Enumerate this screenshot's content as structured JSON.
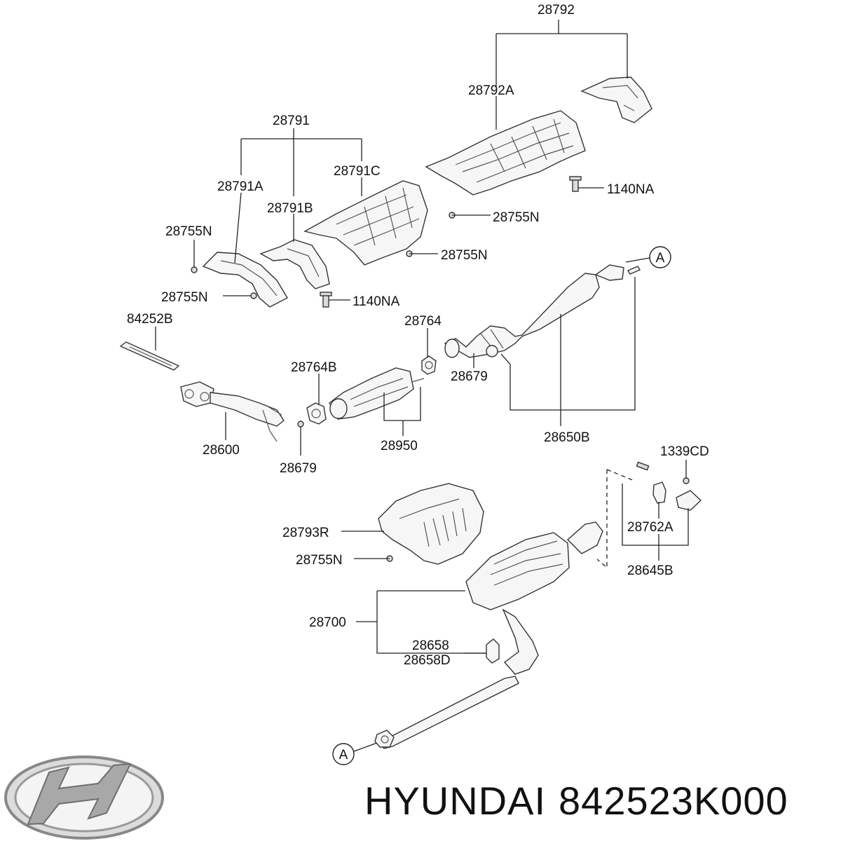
{
  "labels": {
    "l28792": "28792",
    "l28792A": "28792A",
    "l28791": "28791",
    "l28791C": "28791C",
    "l28791A": "28791A",
    "l28791B": "28791B",
    "l28755N_a": "28755N",
    "l28755N_b": "28755N",
    "l28755N_c": "28755N",
    "l28755N_d": "28755N",
    "l28755N_e": "28755N",
    "l1140NA_a": "1140NA",
    "l1140NA_b": "1140NA",
    "l84252B": "84252B",
    "l28764": "28764",
    "l28764B": "28764B",
    "l28679_a": "28679",
    "l28679_b": "28679",
    "l28600": "28600",
    "l28950": "28950",
    "l28650B": "28650B",
    "l1339CD": "1339CD",
    "l28762A": "28762A",
    "l28645B": "28645B",
    "l28793R": "28793R",
    "l28700": "28700",
    "l28658": "28658",
    "l28658D": "28658D",
    "refA_top": "A",
    "refA_bottom": "A"
  },
  "brand": {
    "name": "HYUNDAI",
    "part_number": "842523K000",
    "logo_icon": "hyundai-logo-icon"
  }
}
